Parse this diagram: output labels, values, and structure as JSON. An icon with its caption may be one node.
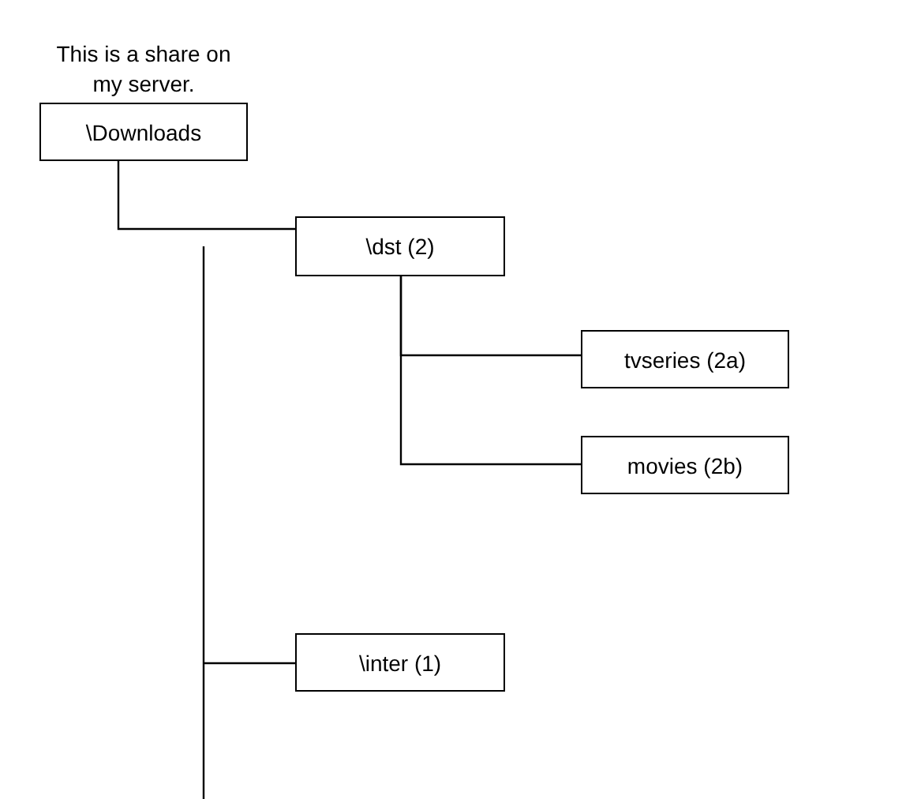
{
  "diagram": {
    "nodes": [
      {
        "text": [
          "\\Downloads"
        ],
        "beside": [
          "This is a share on my server."
        ]
      },
      {
        "text": [
          "\\dst (2)"
        ]
      },
      {
        "text": [
          "tvseries (2a)"
        ]
      },
      {
        "text": [
          "movies (2b)"
        ]
      },
      {
        "text": [
          "\\inter (1)"
        ]
      }
    ],
    "edges": [
      {
        "from": 0,
        "to": 1,
        "arrow": "none"
      },
      {
        "from": 1,
        "to": 2,
        "arrow": "none"
      },
      {
        "from": 1,
        "to": 3,
        "arrow": "none"
      },
      {
        "from": null,
        "to": 4,
        "arrow": "none"
      }
    ]
  }
}
